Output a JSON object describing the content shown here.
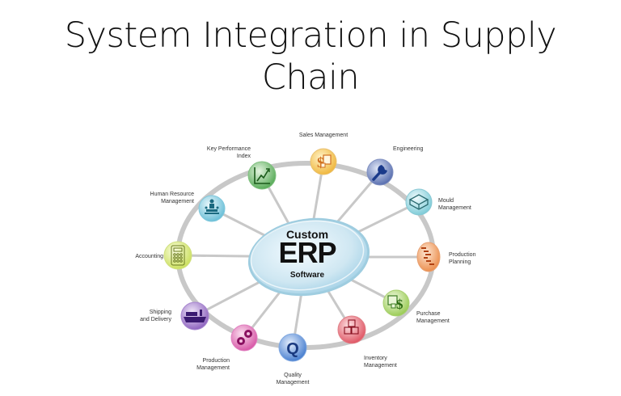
{
  "slide": {
    "title": "System Integration in Supply Chain",
    "title_line1": "System Integration in Supply",
    "title_line2": "Chain"
  },
  "diagram": {
    "center": {
      "line1": "Custom",
      "line2": "ERP",
      "line3": "Software",
      "fill": "#cfe7f2",
      "stroke": "#9fcde0"
    },
    "ring_color": "#c8c8c8",
    "nodes": [
      {
        "id": "sales",
        "label": "Sales Management",
        "icon": "dollar-window-icon",
        "color": "#f2c14e"
      },
      {
        "id": "engineering",
        "label": "Engineering",
        "icon": "wrench-icon",
        "color": "#5a78b8"
      },
      {
        "id": "mould",
        "label": "Mould\nManagement",
        "icon": "box-icon",
        "color": "#8fd3dc"
      },
      {
        "id": "production-planning",
        "label": "Production\nPlanning",
        "icon": "gantt-icon",
        "color": "#f0a060"
      },
      {
        "id": "purchase",
        "label": "Purchase\nManagement",
        "icon": "dollar-window-icon",
        "color": "#a8d66a"
      },
      {
        "id": "inventory",
        "label": "Inventory\nManagement",
        "icon": "cubes-icon",
        "color": "#e8707a"
      },
      {
        "id": "quality",
        "label": "Quality\nManagement",
        "icon": "q-icon",
        "color": "#5a8fd6"
      },
      {
        "id": "production-management",
        "label": "Production\nManagement",
        "icon": "gears-icon",
        "color": "#e070b0"
      },
      {
        "id": "shipping",
        "label": "Shipping\nand Delivery",
        "icon": "ship-icon",
        "color": "#a07ac8"
      },
      {
        "id": "accounting",
        "label": "Accounting",
        "icon": "calculator-icon",
        "color": "#d6e86a"
      },
      {
        "id": "hr",
        "label": "Human Resource\nManagement",
        "icon": "people-icon",
        "color": "#7cc8dc"
      },
      {
        "id": "kpi",
        "label": "Key Performance\nIndex",
        "icon": "chart-up-icon",
        "color": "#6ab86a"
      }
    ]
  }
}
